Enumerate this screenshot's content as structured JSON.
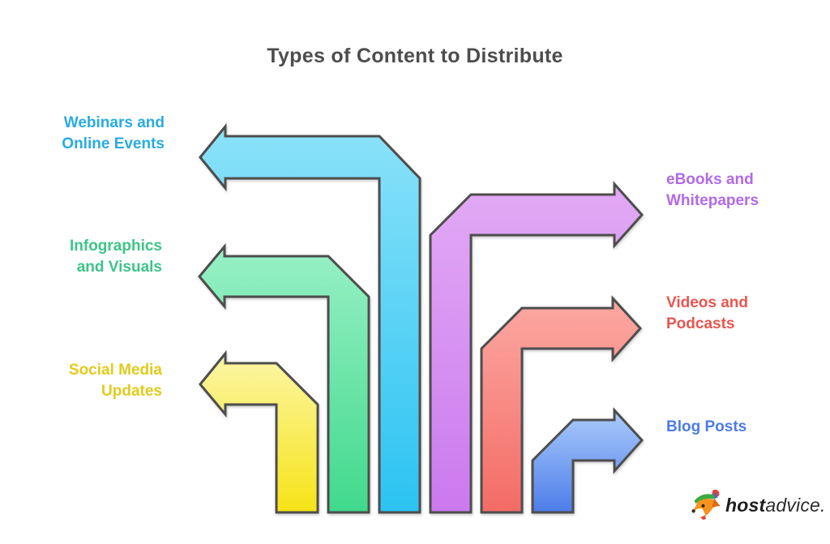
{
  "title": "Types of Content to Distribute",
  "title_color": "#4D4D4D",
  "diagram": {
    "outline_color": "#4D4D4D",
    "items": [
      {
        "id": "webinars",
        "label": "Webinars and\nOnline Events",
        "label_color": "#29ABE2",
        "color_top": "#8BE2F9",
        "color_bottom": "#2BC3F2",
        "direction": "left"
      },
      {
        "id": "infographics",
        "label": "Infographics\nand Visuals",
        "label_color": "#3DC488",
        "color_top": "#98F0C5",
        "color_bottom": "#40D98C",
        "direction": "left"
      },
      {
        "id": "social",
        "label": "Social Media\nUpdates",
        "label_color": "#E2CB1C",
        "color_top": "#FCF6A6",
        "color_bottom": "#F6E316",
        "direction": "left"
      },
      {
        "id": "ebooks",
        "label": "eBooks and\nWhitepapers",
        "label_color": "#B269EA",
        "color_top": "#E2AAF5",
        "color_bottom": "#CB79EE",
        "direction": "right"
      },
      {
        "id": "videos",
        "label": "Videos and\nPodcasts",
        "label_color": "#E8564F",
        "color_top": "#FCA8A2",
        "color_bottom": "#F46B65",
        "direction": "right"
      },
      {
        "id": "blog",
        "label": "Blog Posts",
        "label_color": "#4C7CE5",
        "color_top": "#ABCBFB",
        "color_bottom": "#4C7DE9",
        "direction": "right"
      }
    ]
  },
  "logo": {
    "text_bold": "host",
    "text_light": "advice.",
    "icon": "fox-mascot-icon"
  }
}
